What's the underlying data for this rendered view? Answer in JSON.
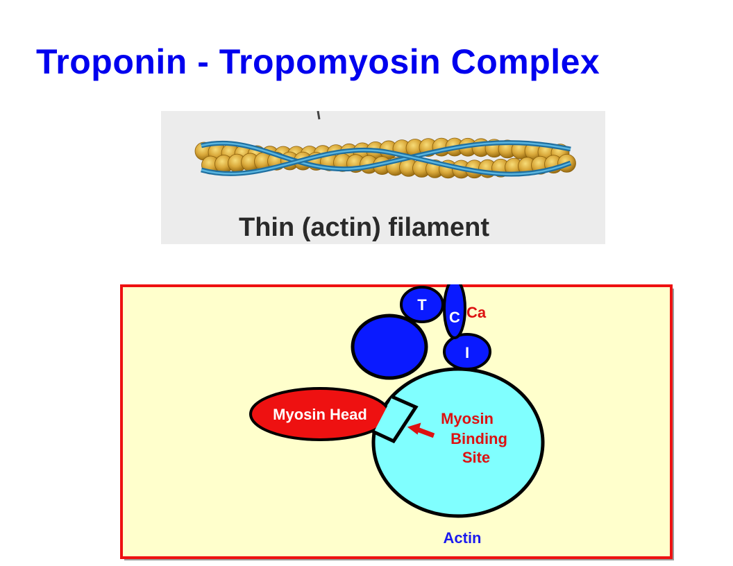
{
  "title": "Troponin - Tropomyosin Complex",
  "filament_figure": {
    "caption": "Thin (actin) filament"
  },
  "diagram": {
    "troponin_t": "T",
    "troponin_c": "C",
    "troponin_i": "I",
    "calcium": "Ca",
    "myosin_head": "Myosin Head",
    "binding_site_lines": [
      "Myosin",
      "Binding",
      "Site"
    ],
    "actin": "Actin"
  },
  "colors": {
    "title": "#0000ee",
    "box_fill": "#ffffcc",
    "box_border": "#ee1111",
    "troponin": "#0a1aff",
    "actin": "#80ffff",
    "myosin_head": "#ee1111",
    "label_red": "#dd1111",
    "label_blue": "#1a1aee"
  }
}
